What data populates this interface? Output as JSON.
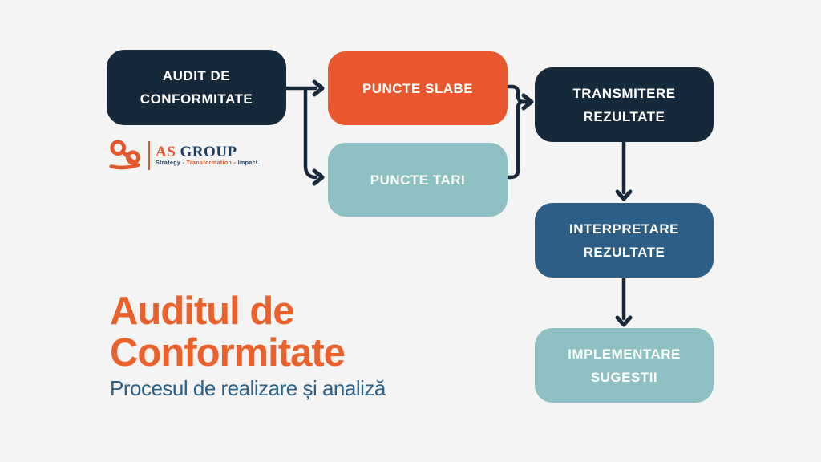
{
  "colors": {
    "background": "#f3f4f3",
    "navy": "#16293a",
    "orange": "#e8572e",
    "teal": "#8cc0c2",
    "steel_blue": "#2d5e86",
    "arrow": "#17293a",
    "title_orange": "#ea612c",
    "subtitle_blue": "#2c618a",
    "logo_orange": "#e2572b",
    "logo_navy": "#1d3d63"
  },
  "logo": {
    "icon": "as-monogram-icon",
    "name_as": "AS",
    "name_group": "GROUP",
    "tagline_strategy": "Strategy",
    "tagline_sep1": "-",
    "tagline_transformation": "Transformation",
    "tagline_sep2": "-",
    "tagline_impact": "Impact"
  },
  "flowchart": {
    "audit": {
      "line1": "AUDIT DE",
      "line2": "CONFORMITATE"
    },
    "puncte_slabe": {
      "line1": "PUNCTE SLABE"
    },
    "puncte_tari": {
      "line1": "PUNCTE TARI"
    },
    "transmitere": {
      "line1": "TRANSMITERE",
      "line2": "REZULTATE"
    },
    "interpretare": {
      "line1": "INTERPRETARE",
      "line2": "REZULTATE"
    },
    "implementare": {
      "line1": "IMPLEMENTARE",
      "line2": "SUGESTII"
    }
  },
  "title": {
    "line1": "Auditul de",
    "line2": "Conformitate",
    "subtitle": "Procesul de realizare și analiză"
  }
}
